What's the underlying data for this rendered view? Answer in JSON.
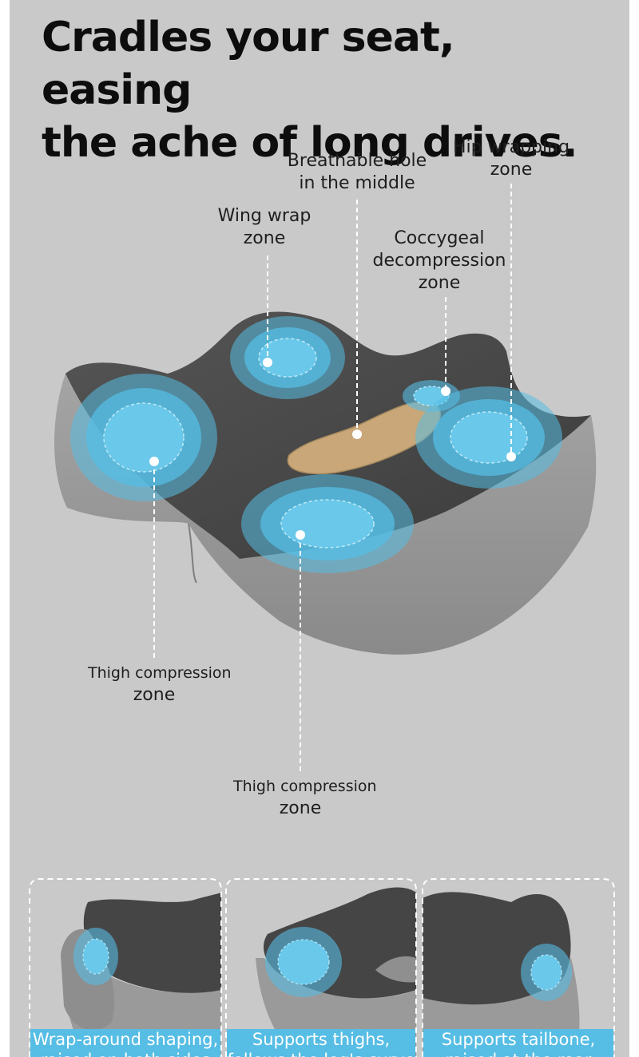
{
  "headline": {
    "line1": "Cradles your seat, easing",
    "line2": "the ache of long drives."
  },
  "callouts": {
    "breathable_hole": {
      "line1": "Breathable hole",
      "line2": "in the middle"
    },
    "hip_wrapping": {
      "line1": "Hip wrapping",
      "line2": "zone"
    },
    "wing_wrap": {
      "line1": "Wing wrap",
      "line2": "zone"
    },
    "coccygeal": {
      "line1": "Coccygeal",
      "line2": "decompression",
      "line3": "zone"
    },
    "thigh_left": {
      "line1": "Thigh compression",
      "line2": "zone"
    },
    "thigh_center": {
      "line1": "Thigh compression",
      "line2": "zone"
    }
  },
  "views": [
    {
      "line1": "Wrap-around shaping,",
      "line2": "raised on both sides"
    },
    {
      "line1": "Supports thighs,",
      "line2": "follows the leg's curve"
    },
    {
      "line1": "Supports tailbone,",
      "line2": "raised at the rear"
    }
  ],
  "colors": {
    "background": "#c9c9c9",
    "zone_blue": "#56bde4",
    "cushion_top": "#4a4a4a",
    "cushion_side": "#9a9a9a",
    "center_pad": "#c9a779"
  }
}
